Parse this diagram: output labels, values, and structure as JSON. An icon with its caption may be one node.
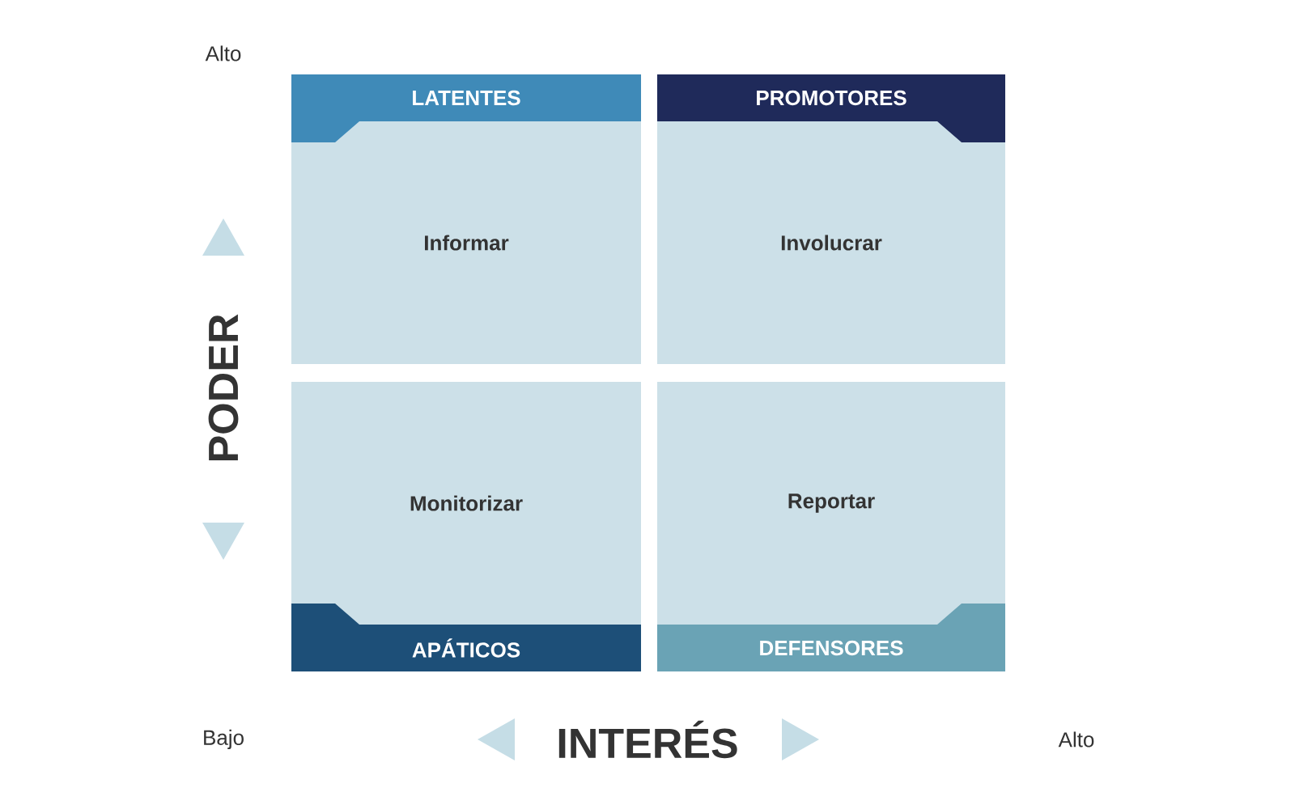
{
  "diagram": {
    "nodes": [
      {
        "text": [
          "LATENTES",
          "Informar"
        ]
      },
      {
        "text": [
          "PROMOTORES",
          "Involucrar"
        ]
      },
      {
        "text": [
          "Monitorizar",
          "APÁTICOS"
        ]
      },
      {
        "text": [
          "Reportar",
          "DEFENSORES"
        ]
      }
    ],
    "labels": [
      "Alto",
      "PODER",
      "Bajo",
      "INTERÉS",
      "Alto"
    ]
  }
}
